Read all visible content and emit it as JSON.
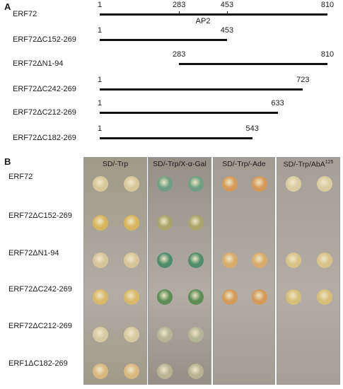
{
  "panel_a": {
    "letter": "A",
    "constructs": [
      {
        "name": "ERF72",
        "start": 1,
        "end": 810,
        "labels": [
          "1",
          "283",
          "453",
          "810"
        ],
        "domain_label": "AP2"
      },
      {
        "name": "ERF72ΔC152-269",
        "start": 1,
        "end": 453,
        "labels": [
          "1",
          "453"
        ]
      },
      {
        "name": "ERF72ΔN1-94",
        "start": 283,
        "end": 810,
        "labels": [
          "283",
          "810"
        ]
      },
      {
        "name": "ERF72ΔC242-269",
        "start": 1,
        "end": 723,
        "labels": [
          "1",
          "723"
        ]
      },
      {
        "name": "ERF72ΔC212-269",
        "start": 1,
        "end": 633,
        "labels": [
          "1",
          "633"
        ]
      },
      {
        "name": "ERF72ΔC182-269",
        "start": 1,
        "end": 543,
        "labels": [
          "1",
          "543"
        ]
      }
    ]
  },
  "panel_b": {
    "letter": "B",
    "rows": [
      "ERF72",
      "ERF72ΔC152-269",
      "ERF72ΔN1-94",
      "ERF72ΔC242-269",
      "ERF72ΔC212-269",
      "ERF1ΔC182-269"
    ],
    "plates": [
      {
        "title": "SD/-Trp",
        "title_sup": "",
        "bg": "#9f9a88",
        "colonies": [
          "#d7c89a",
          "#d8b55c",
          "#d7c59a",
          "#d9b86a",
          "#d5caa2",
          "#d9b780"
        ]
      },
      {
        "title": "SD/-Trp/X-α-Gal",
        "title_sup": "",
        "bg": "#958f86",
        "colonies": [
          "#6f9e80",
          "#a8a46a",
          "#4f8c6a",
          "#5d8d55",
          "#b4b498",
          "#b9b394"
        ]
      },
      {
        "title": "SD/-Trp/-Ade",
        "title_sup": "",
        "bg": "#a39c93",
        "colonies": [
          "#d59a5a",
          null,
          "#d8aa6c",
          "#d39a5a",
          null,
          null
        ]
      },
      {
        "title": "SD/-Trp/AbA",
        "title_sup": "125",
        "bg": "#a69f98",
        "colonies": [
          "#d8cca0",
          null,
          "#d7c28a",
          "#d6bd7a",
          null,
          null
        ]
      }
    ]
  }
}
